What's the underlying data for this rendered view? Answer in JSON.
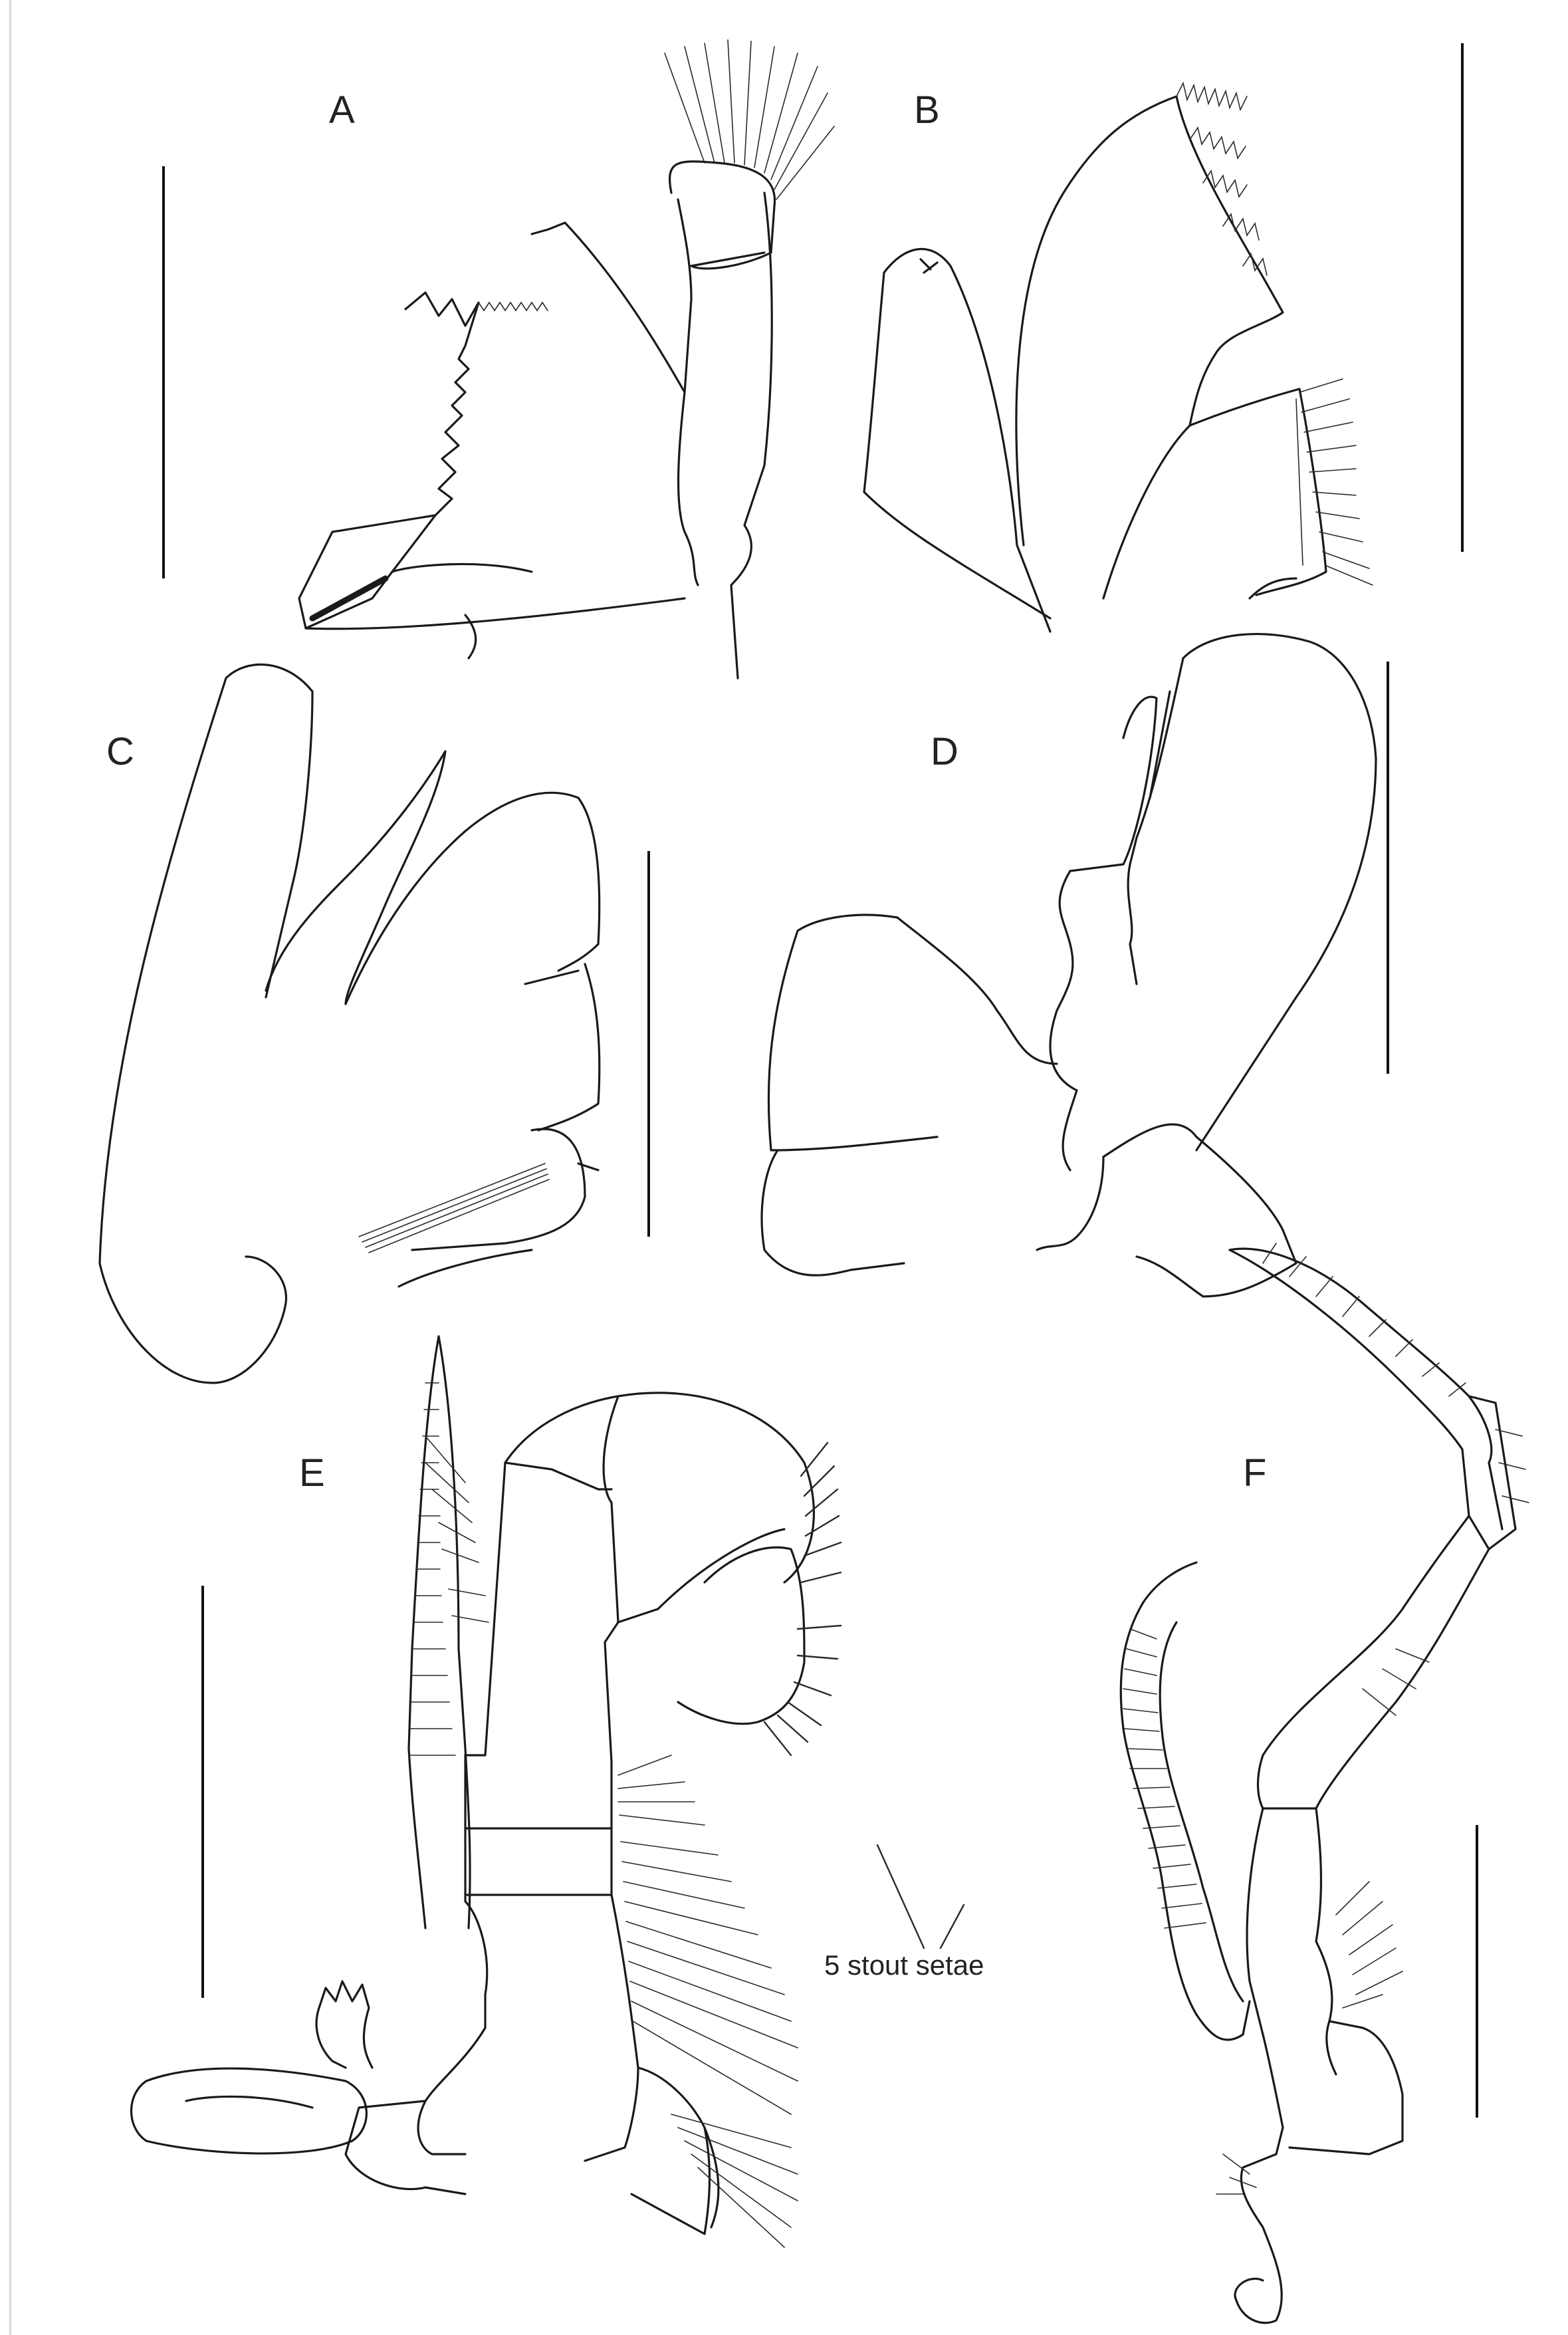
{
  "panels": [
    {
      "id": "A",
      "label": "A"
    },
    {
      "id": "B",
      "label": "B"
    },
    {
      "id": "C",
      "label": "C"
    },
    {
      "id": "D",
      "label": "D"
    },
    {
      "id": "E",
      "label": "E"
    },
    {
      "id": "F",
      "label": "F"
    }
  ],
  "annotation": "5 stout setae",
  "colors": {
    "ink": "#1a1a1a",
    "background": "#ffffff",
    "frame": "#d8d8d8"
  }
}
